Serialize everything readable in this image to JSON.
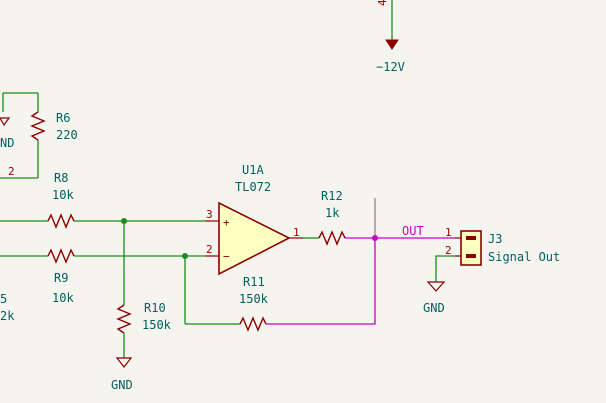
{
  "nets": {
    "out_label": "OUT"
  },
  "colors": {
    "background": "#f5f4ef",
    "wire": "#1f8a1f",
    "net_out": "#c800c8",
    "component": "#8b0000",
    "opamp_fill": "#ffffc2",
    "text": "#00625e"
  },
  "power": {
    "vee_label": "−12V",
    "gnd_r10": "GND",
    "gnd_j3": "GND",
    "gnd_left_partial": "ND",
    "top_left_partial": "4"
  },
  "opamp": {
    "ref": "U1A",
    "value": "TL072",
    "pin_noninv": "3",
    "pin_inv": "2",
    "pin_out": "1",
    "noninv_sign": "+",
    "inv_sign": "−"
  },
  "resistors": {
    "r6": {
      "ref": "R6",
      "value": "220"
    },
    "r8": {
      "ref": "R8",
      "value": "10k"
    },
    "r9": {
      "ref": "R9",
      "value": "10k"
    },
    "r10": {
      "ref": "R10",
      "value": "150k"
    },
    "r11": {
      "ref": "R11",
      "value": "150k"
    },
    "r12": {
      "ref": "R12",
      "value": "1k"
    }
  },
  "connector": {
    "ref": "J3",
    "value": "Signal Out",
    "pin1": "1",
    "pin2": "2"
  },
  "partial": {
    "left_pin": "2",
    "left_ref_fragment": "5",
    "left_val_fragment": "2k"
  }
}
